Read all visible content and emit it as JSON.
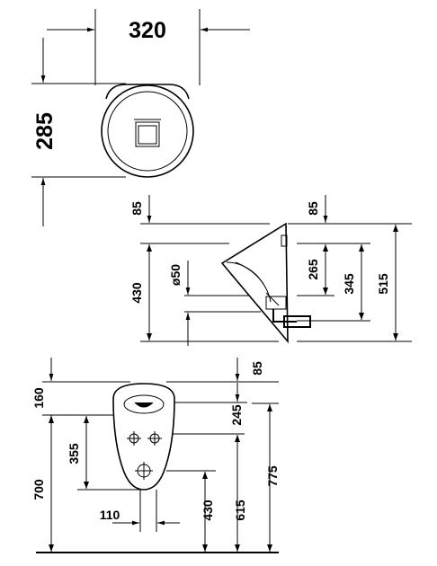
{
  "top_view": {
    "width": "320",
    "depth": "285"
  },
  "side_view": {
    "top_left": "85",
    "top_right": "85",
    "height": "430",
    "outlet": "ø50",
    "inlet": "265",
    "mid": "345",
    "overall": "515"
  },
  "front_view": {
    "top_offset": "160",
    "mounting": "355",
    "floor": "700",
    "half_width": "110",
    "right_top": "85",
    "upper": "245",
    "lower": "430",
    "middle": "615",
    "total": "775"
  }
}
